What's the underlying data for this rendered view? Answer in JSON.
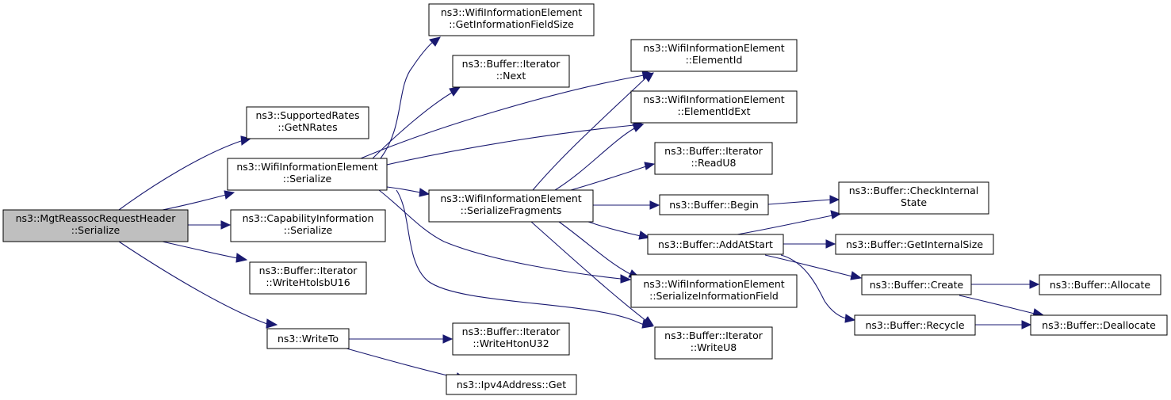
{
  "nodes": {
    "mgt_serialize": {
      "line1": "ns3::MgtReassocRequestHeader",
      "line2": "::Serialize"
    },
    "getnrates": {
      "line1": "ns3::SupportedRates",
      "line2": "::GetNRates"
    },
    "wie_serialize": {
      "line1": "ns3::WifiInformationElement",
      "line2": "::Serialize"
    },
    "cap_serialize": {
      "line1": "ns3::CapabilityInformation",
      "line2": "::Serialize"
    },
    "writehtolsbu16": {
      "line1": "ns3::Buffer::Iterator",
      "line2": "::WriteHtolsbU16"
    },
    "writeto": {
      "line1": "ns3::WriteTo"
    },
    "getinfofieldsize": {
      "line1": "ns3::WifiInformationElement",
      "line2": "::GetInformationFieldSize"
    },
    "iter_next": {
      "line1": "ns3::Buffer::Iterator",
      "line2": "::Next"
    },
    "serializefragments": {
      "line1": "ns3::WifiInformationElement",
      "line2": "::SerializeFragments"
    },
    "writehtonu32": {
      "line1": "ns3::Buffer::Iterator",
      "line2": "::WriteHtonU32"
    },
    "ipv4_get": {
      "line1": "ns3::Ipv4Address::Get"
    },
    "elementid": {
      "line1": "ns3::WifiInformationElement",
      "line2": "::ElementId"
    },
    "elementidext": {
      "line1": "ns3::WifiInformationElement",
      "line2": "::ElementIdExt"
    },
    "readu8": {
      "line1": "ns3::Buffer::Iterator",
      "line2": "::ReadU8"
    },
    "begin": {
      "line1": "ns3::Buffer::Begin"
    },
    "addatstart": {
      "line1": "ns3::Buffer::AddAtStart"
    },
    "serializeinfofield": {
      "line1": "ns3::WifiInformationElement",
      "line2": "::SerializeInformationField"
    },
    "writeu8": {
      "line1": "ns3::Buffer::Iterator",
      "line2": "::WriteU8"
    },
    "checkinternalstate": {
      "line1": "ns3::Buffer::CheckInternal",
      "line2": "State"
    },
    "getinternalsize": {
      "line1": "ns3::Buffer::GetInternalSize"
    },
    "create": {
      "line1": "ns3::Buffer::Create"
    },
    "recycle": {
      "line1": "ns3::Buffer::Recycle"
    },
    "allocate": {
      "line1": "ns3::Buffer::Allocate"
    },
    "deallocate": {
      "line1": "ns3::Buffer::Deallocate"
    }
  },
  "edges": [
    [
      "mgt_serialize",
      "getnrates"
    ],
    [
      "mgt_serialize",
      "wie_serialize"
    ],
    [
      "mgt_serialize",
      "cap_serialize"
    ],
    [
      "mgt_serialize",
      "writehtolsbu16"
    ],
    [
      "mgt_serialize",
      "writeto"
    ],
    [
      "wie_serialize",
      "getinfofieldsize"
    ],
    [
      "wie_serialize",
      "iter_next"
    ],
    [
      "wie_serialize",
      "elementid"
    ],
    [
      "wie_serialize",
      "elementidext"
    ],
    [
      "wie_serialize",
      "serializefragments"
    ],
    [
      "wie_serialize",
      "serializeinfofield"
    ],
    [
      "wie_serialize",
      "writeu8"
    ],
    [
      "serializefragments",
      "elementid"
    ],
    [
      "serializefragments",
      "elementidext"
    ],
    [
      "serializefragments",
      "readu8"
    ],
    [
      "serializefragments",
      "begin"
    ],
    [
      "serializefragments",
      "addatstart"
    ],
    [
      "serializefragments",
      "serializeinfofield"
    ],
    [
      "serializefragments",
      "writeu8"
    ],
    [
      "begin",
      "checkinternalstate"
    ],
    [
      "addatstart",
      "checkinternalstate"
    ],
    [
      "addatstart",
      "getinternalsize"
    ],
    [
      "addatstart",
      "create"
    ],
    [
      "addatstart",
      "recycle"
    ],
    [
      "create",
      "allocate"
    ],
    [
      "create",
      "deallocate"
    ],
    [
      "recycle",
      "deallocate"
    ],
    [
      "writeto",
      "writehtonu32"
    ],
    [
      "writeto",
      "ipv4_get"
    ]
  ]
}
